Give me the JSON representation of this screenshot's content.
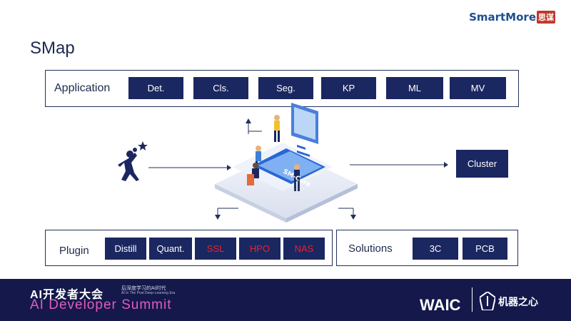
{
  "logo": {
    "brand": "SmartMore",
    "brand_cn": "思谋"
  },
  "title": "SMap",
  "application": {
    "label": "Application",
    "items": [
      "Det.",
      "Cls.",
      "Seg.",
      "KP",
      "ML",
      "MV"
    ]
  },
  "center": {
    "platform_label": "SM-Core"
  },
  "cluster": "Cluster",
  "plugin": {
    "label": "Plugin",
    "items": [
      {
        "label": "Distill",
        "color": "#ffffff"
      },
      {
        "label": "Quant.",
        "color": "#ffffff"
      },
      {
        "label": "SSL",
        "color": "#e8232a"
      },
      {
        "label": "HPO",
        "color": "#e8232a"
      },
      {
        "label": "NAS",
        "color": "#e8232a"
      }
    ]
  },
  "solutions": {
    "label": "Solutions",
    "items": [
      "3C",
      "PCB"
    ]
  },
  "footer": {
    "cn_title": "AI开发者大会",
    "sub_cn": "后深度学习的AI时代",
    "sub_en": "AI In The Post Deep-Learning Era",
    "en_title": "AI Developer Summit",
    "waic": "WAIC",
    "partner": "机器之心"
  }
}
